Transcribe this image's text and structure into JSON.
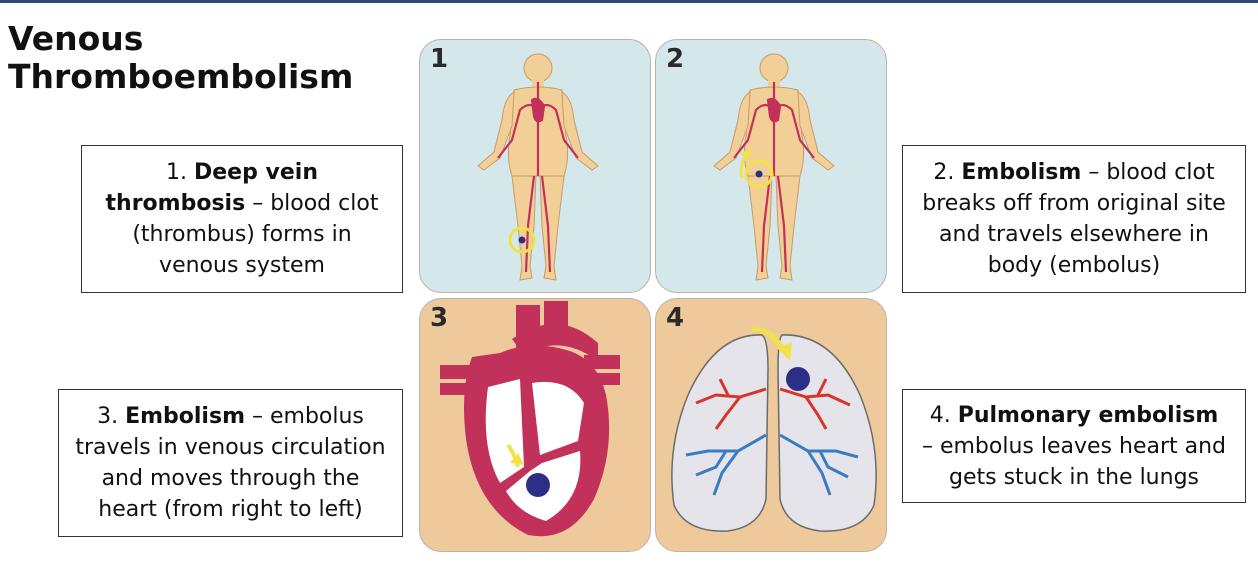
{
  "title": {
    "line1": "Venous",
    "line2": "Thromboembolism"
  },
  "panels": [
    {
      "number": "1"
    },
    {
      "number": "2"
    },
    {
      "number": "3"
    },
    {
      "number": "4"
    }
  ],
  "steps": [
    {
      "prefix": "1. ",
      "bold": "Deep vein",
      "bold2": "thrombosis",
      "rest1": " – blood clot",
      "line3": "(thrombus) forms in",
      "line4": "venous system"
    },
    {
      "prefix": "2. ",
      "bold": "Embolism",
      "rest1": " – blood clot",
      "line2": "breaks off from original site",
      "line3": "and travels elsewhere in",
      "line4": "body (embolus)"
    },
    {
      "prefix": "3. ",
      "bold": "Embolism",
      "rest1": " – embolus",
      "line2": "travels in venous circulation",
      "line3": "and moves through the",
      "line4": "heart (from right to left)"
    },
    {
      "prefix": "4. ",
      "bold": "Pulmonary embolism",
      "line2": "– embolus leaves heart and",
      "line3": "gets stuck in the lungs"
    }
  ],
  "colors": {
    "accent_line": "#2f4a7a",
    "panel_blue": "#d4e7ea",
    "panel_tan": "#eec99c",
    "body_skin": "#f3cf98",
    "vessel": "#c2315a",
    "heart": "#c2315a",
    "clot": "#2c2f86",
    "highlight": "#f1e24a",
    "artery_red": "#d9342b",
    "vein_blue": "#3a7cc2",
    "lung_fill": "#e4e4ea"
  }
}
